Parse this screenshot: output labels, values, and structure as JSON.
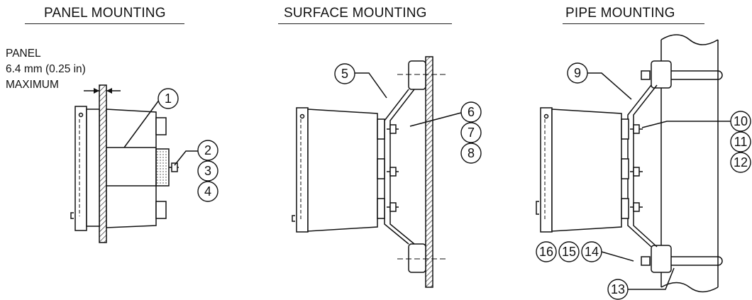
{
  "titles": {
    "panel": "PANEL MOUNTING",
    "surface": "SURFACE MOUNTING",
    "pipe": "PIPE MOUNTING"
  },
  "panel_note": {
    "line1": "PANEL",
    "line2": "6.4 mm (0.25 in)",
    "line3": "MAXIMUM"
  },
  "callouts": {
    "c1": "1",
    "c2": "2",
    "c3": "3",
    "c4": "4",
    "c5": "5",
    "c6": "6",
    "c7": "7",
    "c8": "8",
    "c9": "9",
    "c10": "10",
    "c11": "11",
    "c12": "12",
    "c13": "13",
    "c14": "14",
    "c15": "15",
    "c16": "16"
  }
}
